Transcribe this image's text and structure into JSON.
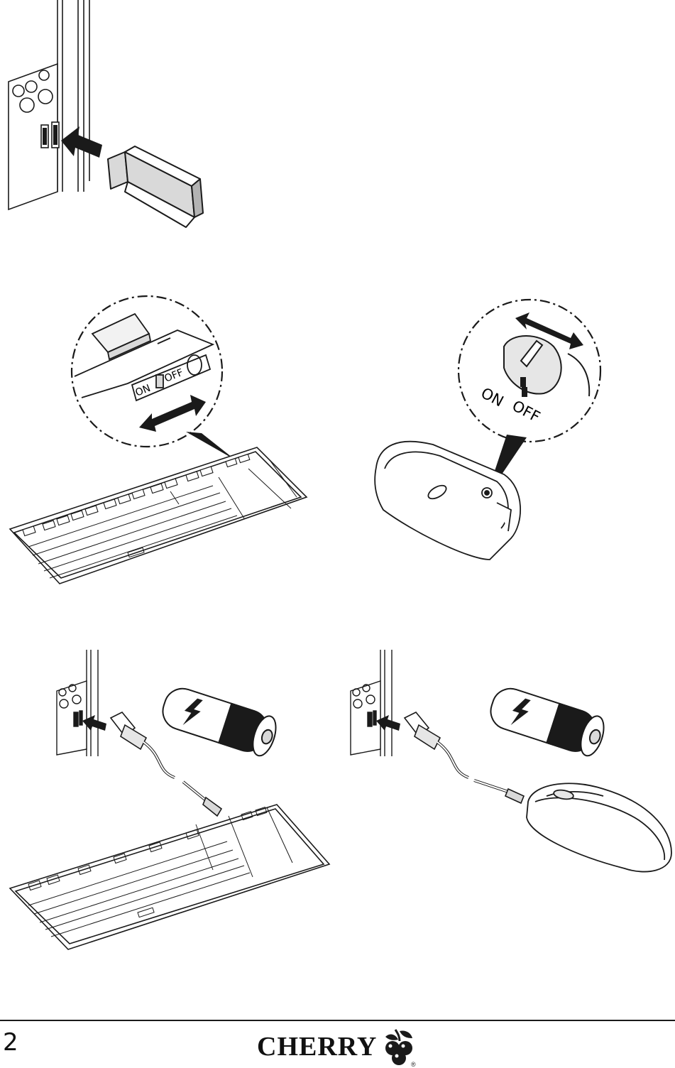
{
  "page": {
    "number": "2"
  },
  "brand": {
    "name": "CHERRY"
  },
  "figures": {
    "keyboard_switch": {
      "on_label": "ON",
      "off_label": "OFF"
    },
    "mouse_switch": {
      "on_label": "ON",
      "off_label": "OFF"
    }
  },
  "icons": [
    "usb-receiver-icon",
    "battery-icon",
    "lightning-icon",
    "keyboard-icon",
    "mouse-icon",
    "cherry-logo-icon",
    "arrow-icon"
  ],
  "colors": {
    "ink": "#1a1a1a",
    "paper": "#ffffff",
    "shade": "#d9d9d9",
    "mid": "#b3b3b3"
  }
}
